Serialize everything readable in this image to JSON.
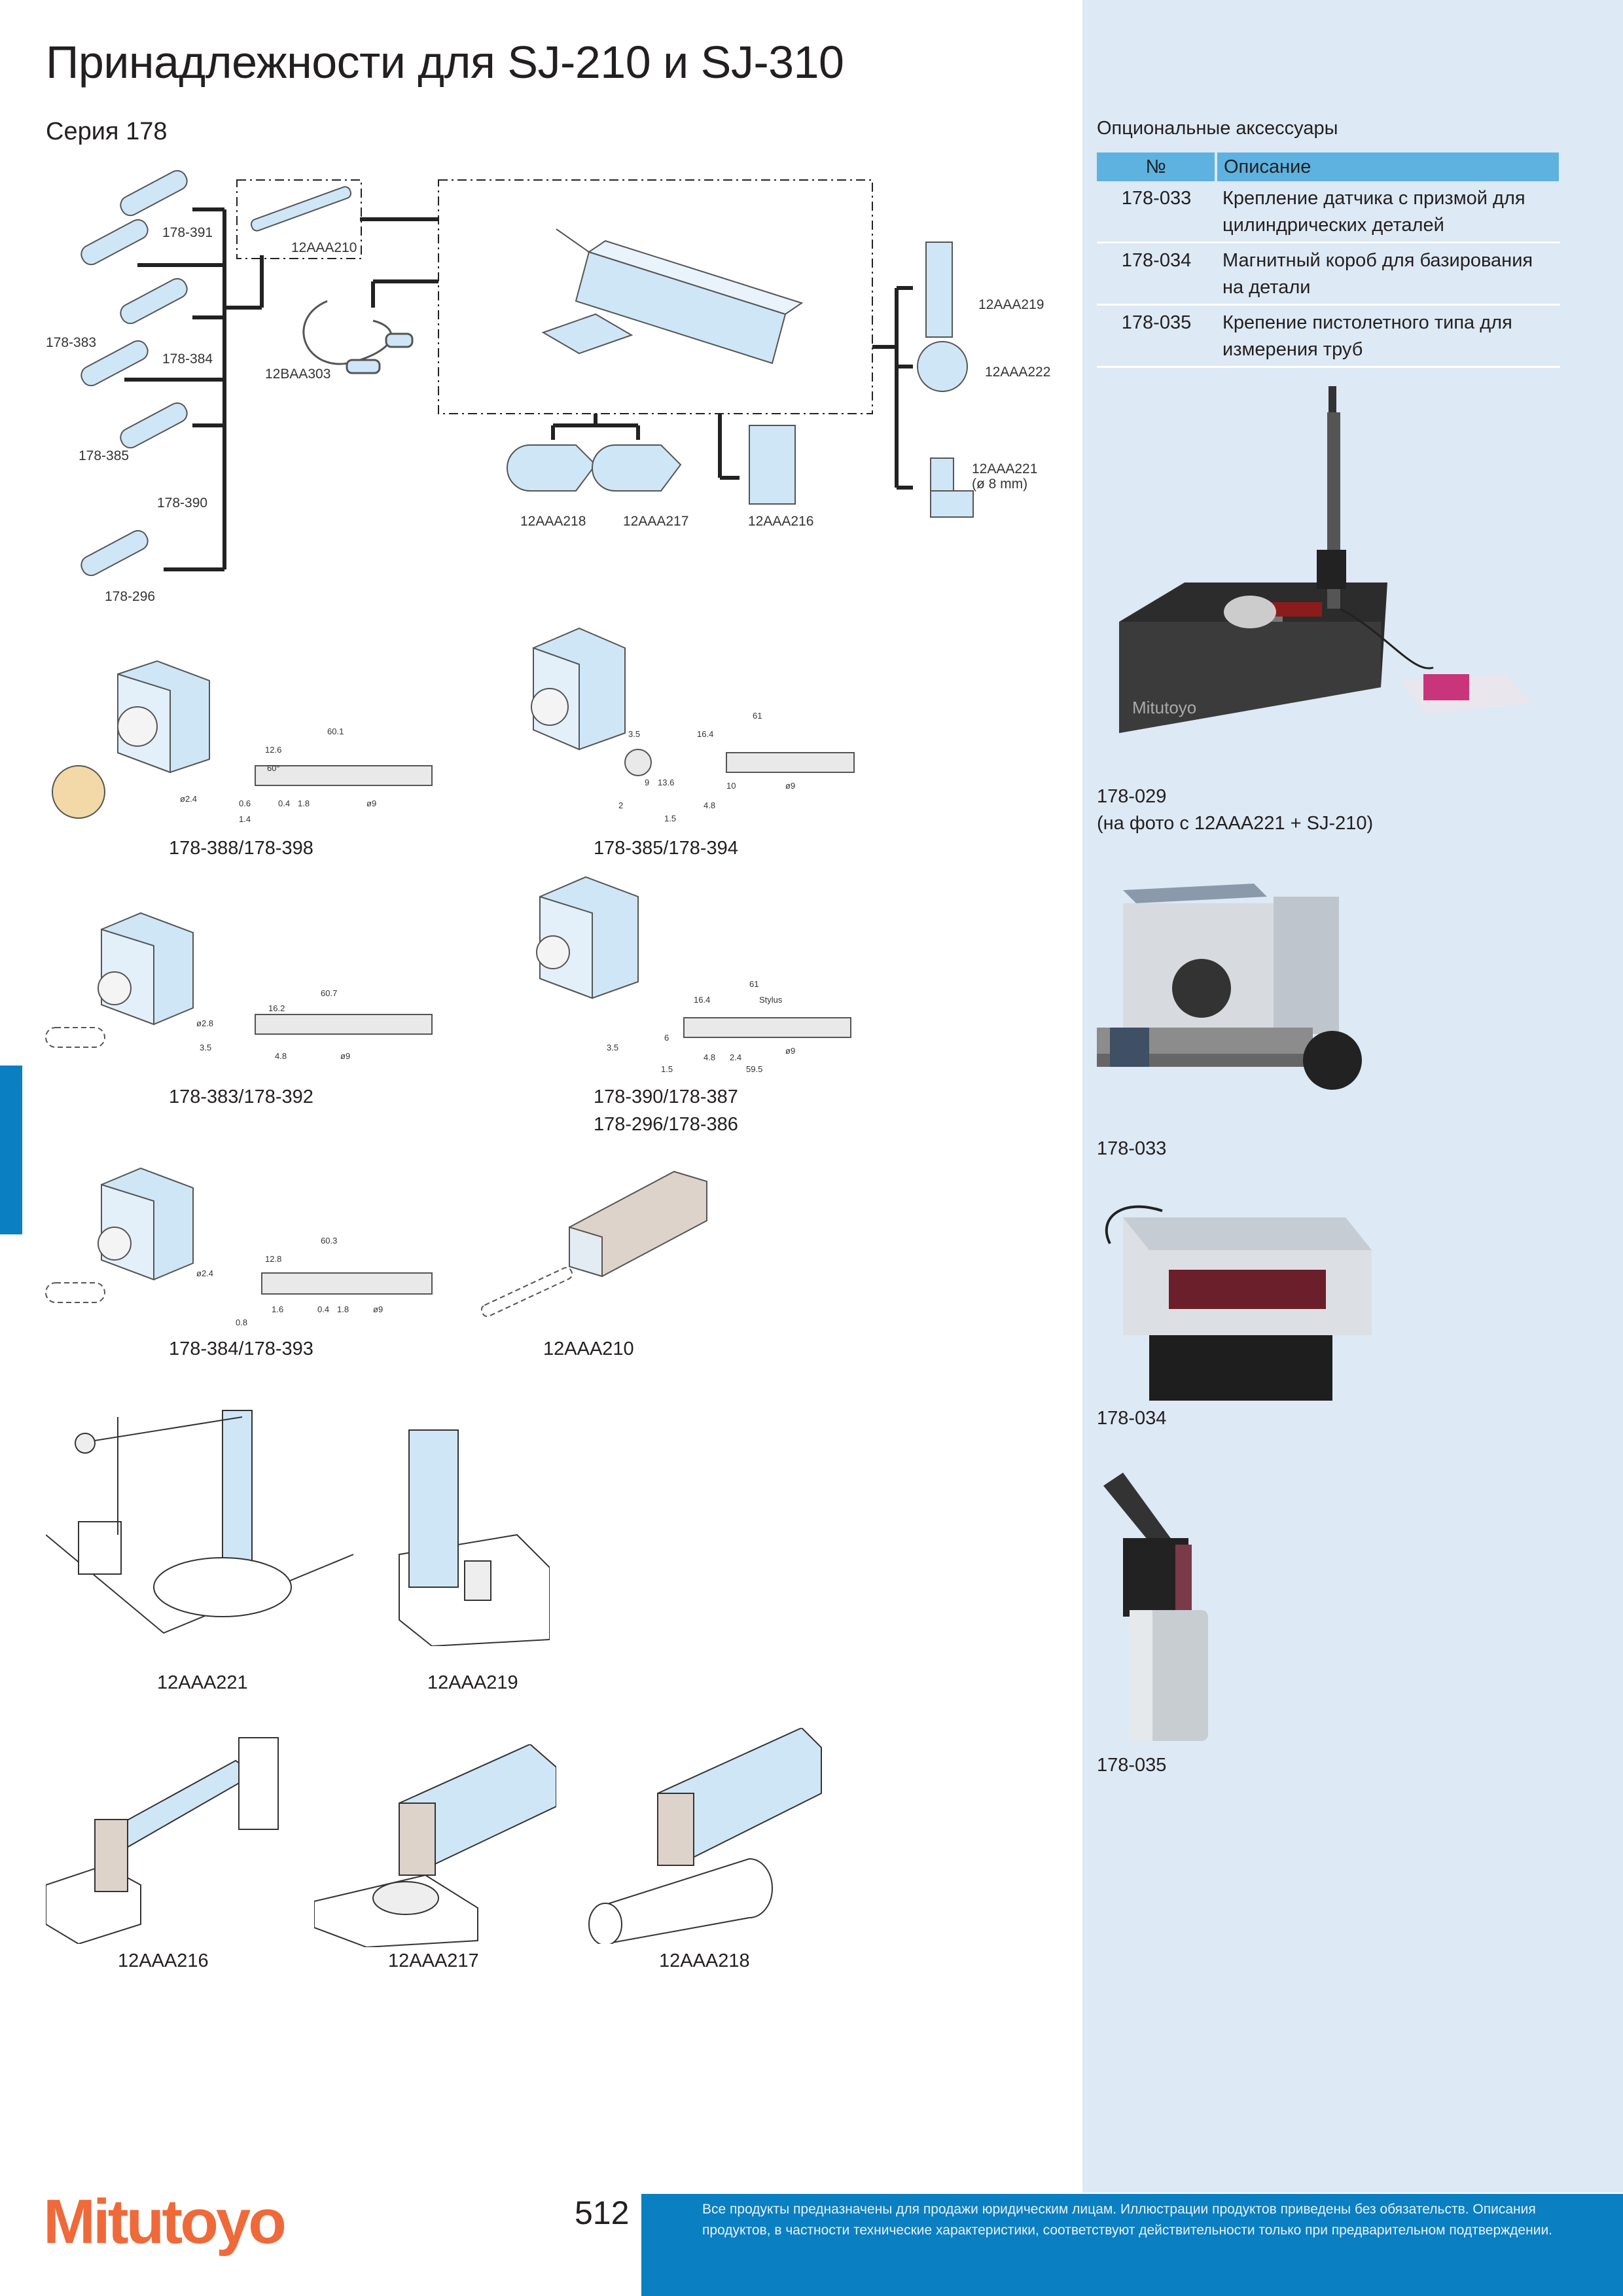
{
  "page": {
    "title": "Принадлежности для SJ-210 и SJ-310",
    "series": "Серия 178",
    "page_number": "512",
    "logo": "Mitutoyo",
    "disclaimer": "Все продукты предназначены для продажи юридическим лицам. Иллюстрации продуктов приведены без обязательств. Описания продуктов, в частности технические характеристики, соответствуют действительности только при предварительном подтверждении."
  },
  "overview": {
    "styli": [
      "178-391",
      "178-383",
      "178-384",
      "178-385",
      "178-390",
      "178-296"
    ],
    "extension": "12AAA210",
    "cable": "12BAA303",
    "below": [
      "12AAA218",
      "12AAA217",
      "12AAA216"
    ],
    "right": [
      "12AAA219",
      "12AAA222",
      "12AAA221",
      "(ø 8 mm)"
    ]
  },
  "details": [
    {
      "caption": "178-388/178-398",
      "dims": [
        "60.1",
        "12.6",
        "60°",
        "0.6",
        "1.4",
        "0.4",
        "1.8",
        "ø2.4",
        "ø9"
      ]
    },
    {
      "caption": "178-385/178-394",
      "dims": [
        "61",
        "16.4",
        "3.5",
        "9",
        "13.6",
        "10",
        "2",
        "1.5",
        "4.8",
        "ø9"
      ]
    },
    {
      "caption": "178-383/178-392",
      "dims": [
        "60.7",
        "16.2",
        "ø2.8",
        "3.5",
        "4.8",
        "ø9"
      ]
    },
    {
      "caption": "178-390/178-387",
      "caption2": "178-296/178-386",
      "dims": [
        "61",
        "16.4",
        "Stylus",
        "3.5",
        "6",
        "1.5",
        "4.8",
        "2.4",
        "59.5",
        "ø9"
      ]
    },
    {
      "caption": "178-384/178-393",
      "dims": [
        "60.3",
        "12.8",
        "ø2.4",
        "1.6",
        "0.8",
        "0.4",
        "1.8",
        "ø9"
      ]
    },
    {
      "caption": "12AAA210"
    }
  ],
  "fixtures": [
    "12AAA221",
    "12AAA219",
    "12AAA216",
    "12AAA217",
    "12AAA218"
  ],
  "optional": {
    "title": "Опциональные аксессуары",
    "col_no": "№",
    "col_desc": "Описание",
    "rows": [
      {
        "no": "178-033",
        "desc": "Крепление датчика с призмой для цилиндрических деталей"
      },
      {
        "no": "178-034",
        "desc": "Магнитный короб для базирования на детали"
      },
      {
        "no": "178-035",
        "desc": "Крепение пистолетного типа для измерения труб"
      }
    ]
  },
  "photos": {
    "p1_line1": "178-029",
    "p1_line2": "(на фото с 12AAA221 + SJ-210)",
    "stand_brand": "Mitutoyo",
    "p2": "178-033",
    "p3": "178-034",
    "p4": "178-035"
  },
  "colors": {
    "accent_blue": "#0a7fc1",
    "panel": "#dde9f4",
    "header_blue": "#5db2e0",
    "logo_orange": "#ef6a3a",
    "part_blue": "#cfe6f7"
  }
}
